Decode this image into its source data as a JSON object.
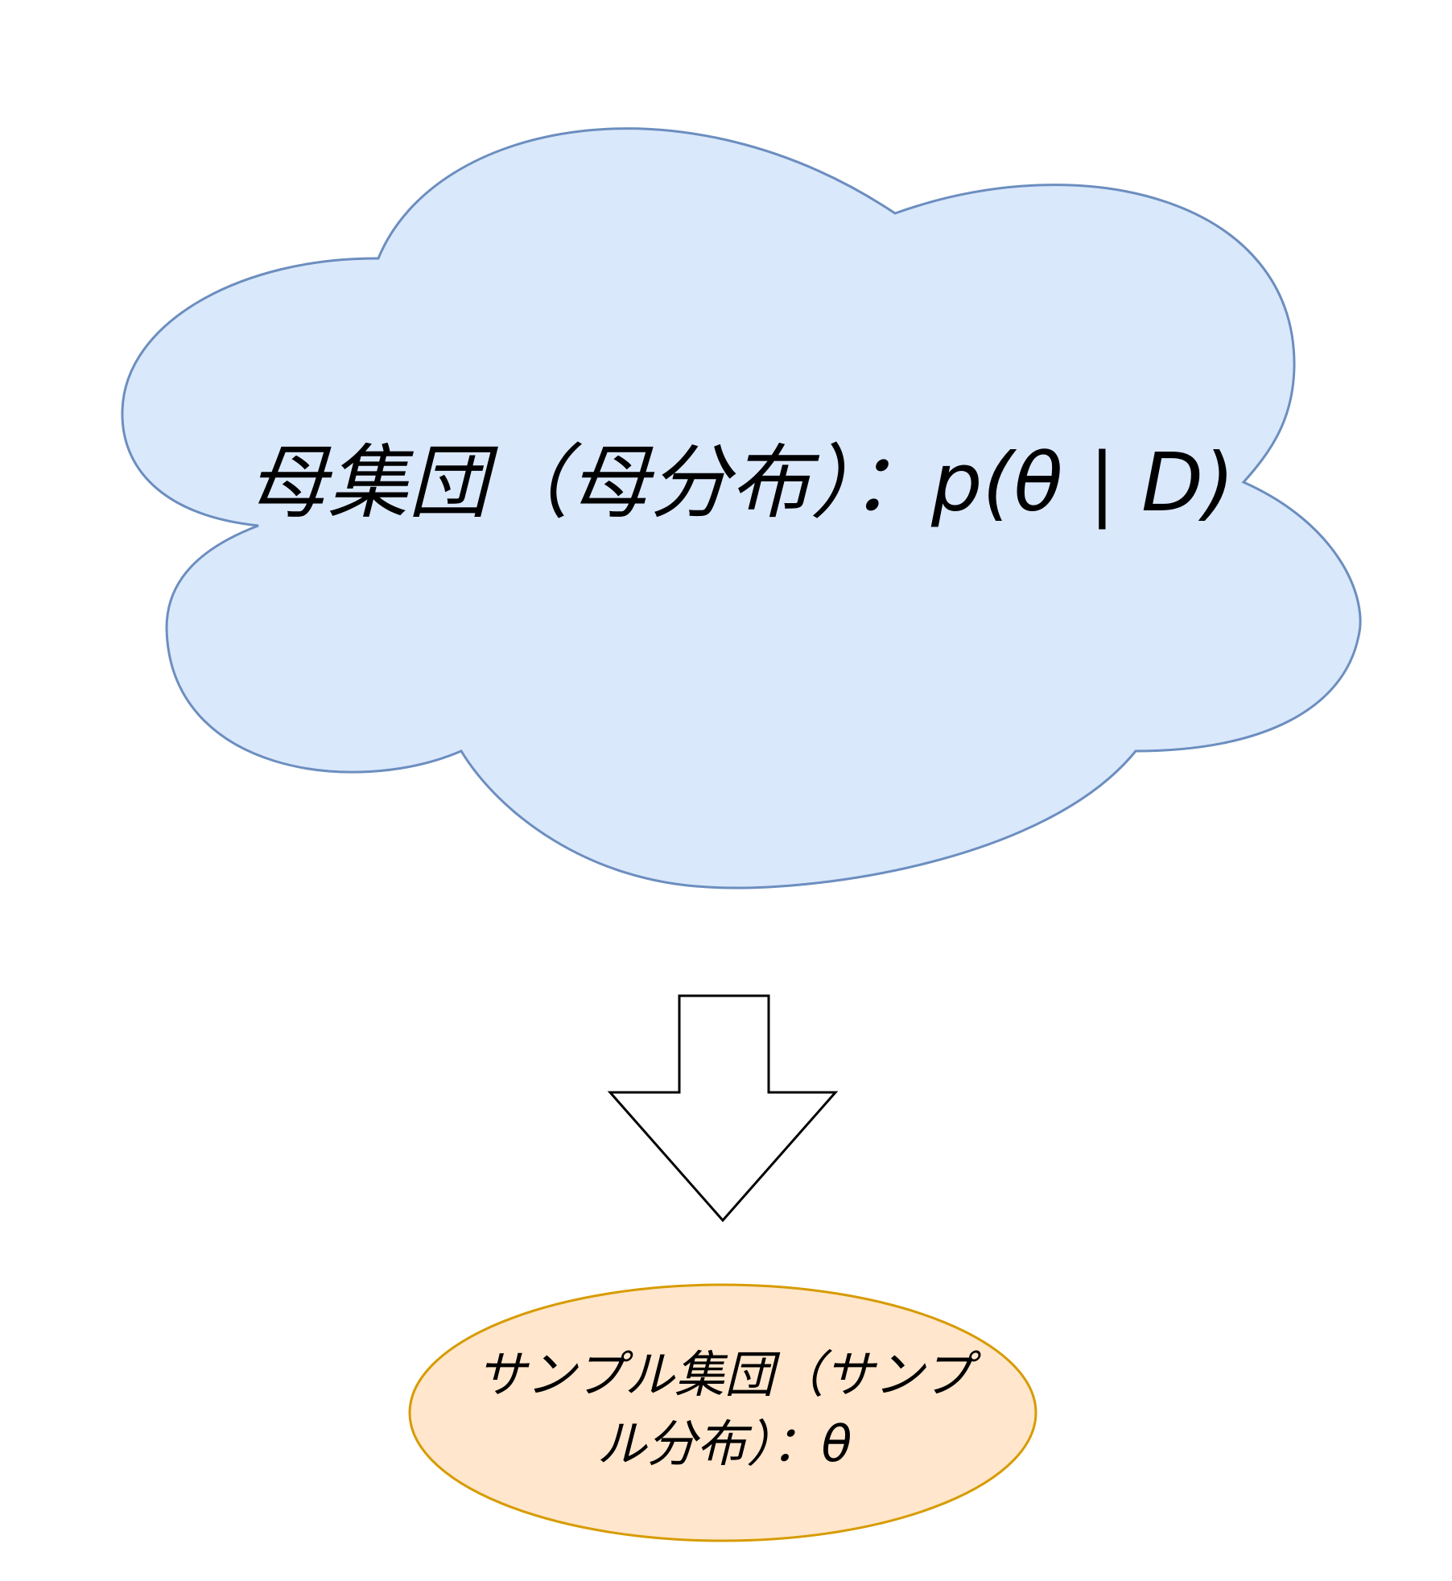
{
  "population": {
    "label": "母集団（母分布）：p(θ | D)",
    "fill": "#dae8fc",
    "stroke": "#6c8ebf"
  },
  "sample": {
    "label_line1": "サンプル集団（サンプ",
    "label_line2": "ル分布）：θ",
    "fill": "#ffe6cc",
    "stroke": "#d79b00"
  }
}
